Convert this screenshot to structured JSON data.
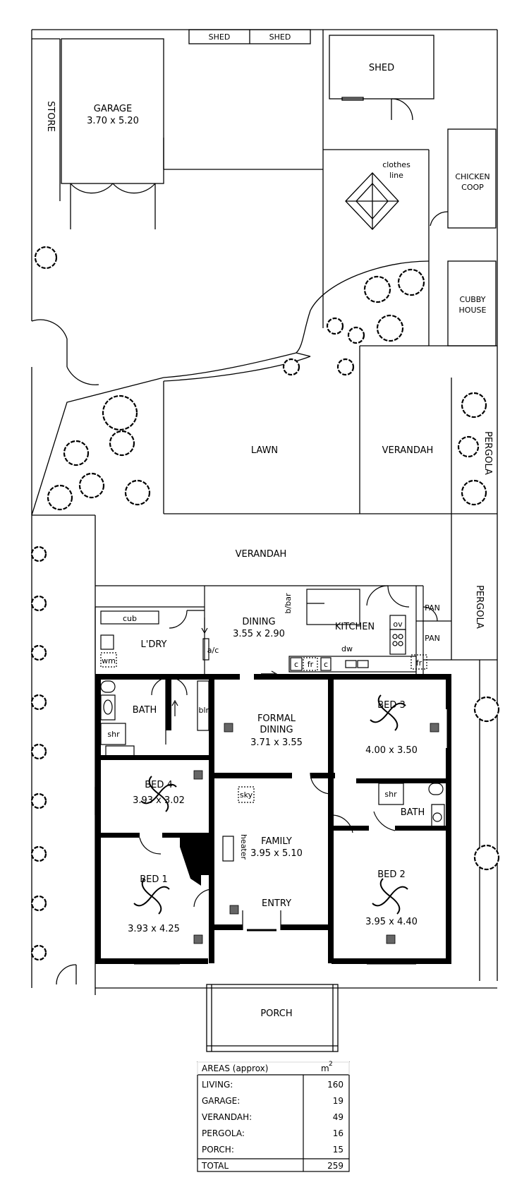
{
  "rooms": {
    "shed_small_1": "SHED",
    "shed_small_2": "SHED",
    "shed": "SHED",
    "store": "STORE",
    "garage": "GARAGE",
    "garage_dims": "3.70 x 5.20",
    "clothes_line_1": "clothes",
    "clothes_line_2": "line",
    "chicken_coop_1": "CHICKEN",
    "chicken_coop_2": "COOP",
    "cubby_1": "CUBBY",
    "cubby_2": "HOUSE",
    "lawn": "LAWN",
    "verandah_rear": "VERANDAH",
    "pergola_right": "PERGOLA",
    "verandah_main": "VERANDAH",
    "pergola_side": "PERGOLA",
    "dining": "DINING",
    "dining_dims": "3.55 x 2.90",
    "bbar": "b/bar",
    "kitchen": "KITCHEN",
    "pan1": "PAN",
    "pan2": "PAN",
    "ov": "ov",
    "dw": "dw",
    "fr": "fr",
    "c": "c",
    "cub": "cub",
    "ldry": "L'DRY",
    "wm": "wm",
    "ac": "a/c",
    "bath1": "BATH",
    "shr": "shr",
    "bln": "bln",
    "formal_dining_1": "FORMAL",
    "formal_dining_2": "DINING",
    "formal_dining_dims": "3.71 x 3.55",
    "bed3": "BED 3",
    "bed3_dims": "4.00 x 3.50",
    "bed4": "BED 4",
    "bed4_dims": "3.93 x 3.02",
    "sky": "sky",
    "heater": "heater",
    "family": "FAMILY",
    "family_dims": "3.95 x 5.10",
    "bath2": "BATH",
    "bed1": "BED 1",
    "bed1_dims": "3.93 x 4.25",
    "entry": "ENTRY",
    "bed2": "BED 2",
    "bed2_dims": "3.95 x 4.40",
    "porch": "PORCH"
  },
  "areas": {
    "title": "AREAS (approx)",
    "unit": "m",
    "unit_sup": "2",
    "rows": [
      {
        "label": "LIVING:",
        "value": "160"
      },
      {
        "label": "GARAGE:",
        "value": "19"
      },
      {
        "label": "VERANDAH:",
        "value": "49"
      },
      {
        "label": "PERGOLA:",
        "value": "16"
      },
      {
        "label": "PORCH:",
        "value": "15"
      }
    ],
    "total_label": "TOTAL",
    "total_value": "259"
  }
}
